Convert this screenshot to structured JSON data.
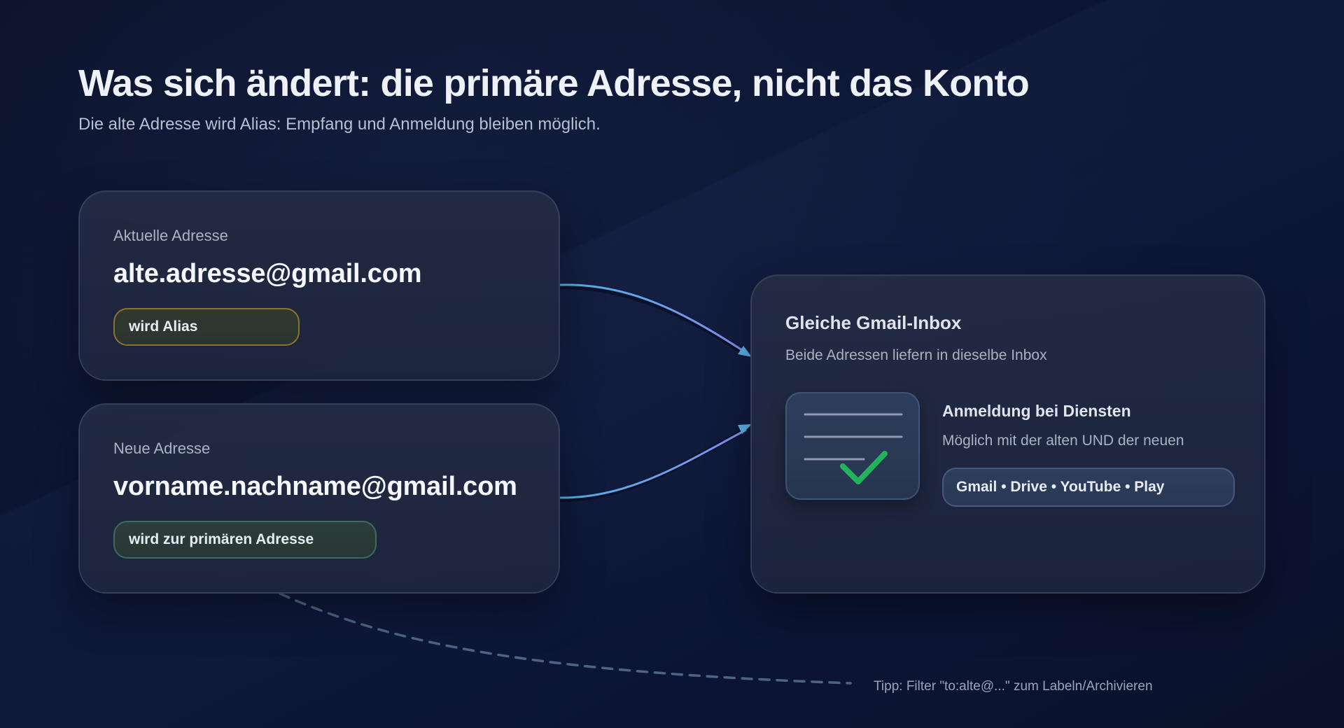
{
  "header": {
    "title": "Was sich ändert: die primäre Adresse, nicht das Konto",
    "subtitle": "Die alte Adresse wird Alias: Empfang und Anmeldung bleiben möglich."
  },
  "old_address": {
    "label": "Aktuelle Adresse",
    "email": "alte.adresse@gmail.com",
    "badge": "wird Alias"
  },
  "new_address": {
    "label": "Neue Adresse",
    "email": "vorname.nachname@gmail.com",
    "badge": "wird zur primären Adresse"
  },
  "inbox": {
    "title": "Gleiche Gmail-Inbox",
    "subtitle": "Beide Adressen liefern in dieselbe Inbox",
    "services_title": "Anmeldung bei Diensten",
    "services_subtitle": "Möglich mit der alten UND der neuen",
    "services": "Gmail • Drive • YouTube • Play"
  },
  "tip": "Tipp: Filter \"to:alte@...\" zum Labeln/Archivieren",
  "colors": {
    "arrow": "#5ab2e8",
    "arrow_tail": "#7f8ff0",
    "check": "#22b45c",
    "alias_border": "#8a7332",
    "primary_border": "#3f6a5f",
    "dashed_line": "#4d6585"
  },
  "icons": {
    "document_check": "document-check-icon"
  }
}
